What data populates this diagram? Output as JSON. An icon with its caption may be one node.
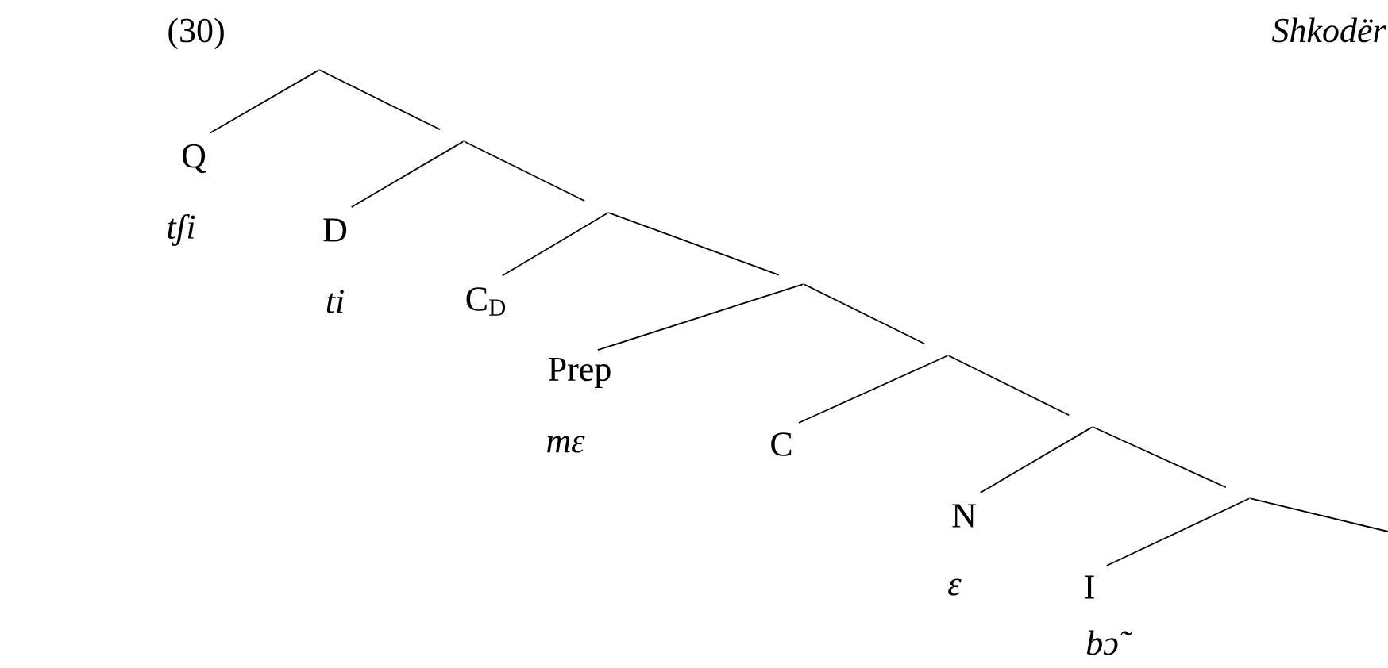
{
  "diagram": {
    "nodes": [
      {
        "text": [],
        "shape": "point"
      },
      {
        "text": [
          "Q",
          "tʃi"
        ]
      },
      {
        "text": [],
        "shape": "point"
      },
      {
        "text": [
          "D",
          "ti"
        ]
      },
      {
        "text": [],
        "shape": "point"
      },
      {
        "text": [
          "C$_{D}$"
        ]
      },
      {
        "text": [],
        "shape": "point"
      },
      {
        "text": [
          "Prep",
          "mɛ"
        ]
      },
      {
        "text": [],
        "shape": "point"
      },
      {
        "text": [
          "C"
        ]
      },
      {
        "text": [],
        "shape": "point"
      },
      {
        "text": [
          "N",
          "ɛ"
        ]
      },
      {
        "text": [],
        "shape": "point"
      },
      {
        "text": [
          "I",
          "bɔ̃"
        ]
      }
    ],
    "edges": [
      {
        "from": 0,
        "to": 1,
        "arrow": "none"
      },
      {
        "from": 0,
        "to": 2,
        "arrow": "none"
      },
      {
        "from": 2,
        "to": 3,
        "arrow": "none"
      },
      {
        "from": 2,
        "to": 4,
        "arrow": "none"
      },
      {
        "from": 4,
        "to": 5,
        "arrow": "none"
      },
      {
        "from": 4,
        "to": 6,
        "arrow": "none"
      },
      {
        "from": 6,
        "to": 7,
        "arrow": "none"
      },
      {
        "from": 6,
        "to": 8,
        "arrow": "none"
      },
      {
        "from": 8,
        "to": 9,
        "arrow": "none"
      },
      {
        "from": 8,
        "to": 10,
        "arrow": "none"
      },
      {
        "from": 10,
        "to": 11,
        "arrow": "none"
      },
      {
        "from": 10,
        "to": 12,
        "arrow": "none"
      },
      {
        "from": 12,
        "to": 13,
        "arrow": "none"
      },
      {
        "from": 12,
        "to": null,
        "arrow": "none"
      }
    ],
    "labels": [
      "(30)",
      "Shkodër"
    ]
  }
}
